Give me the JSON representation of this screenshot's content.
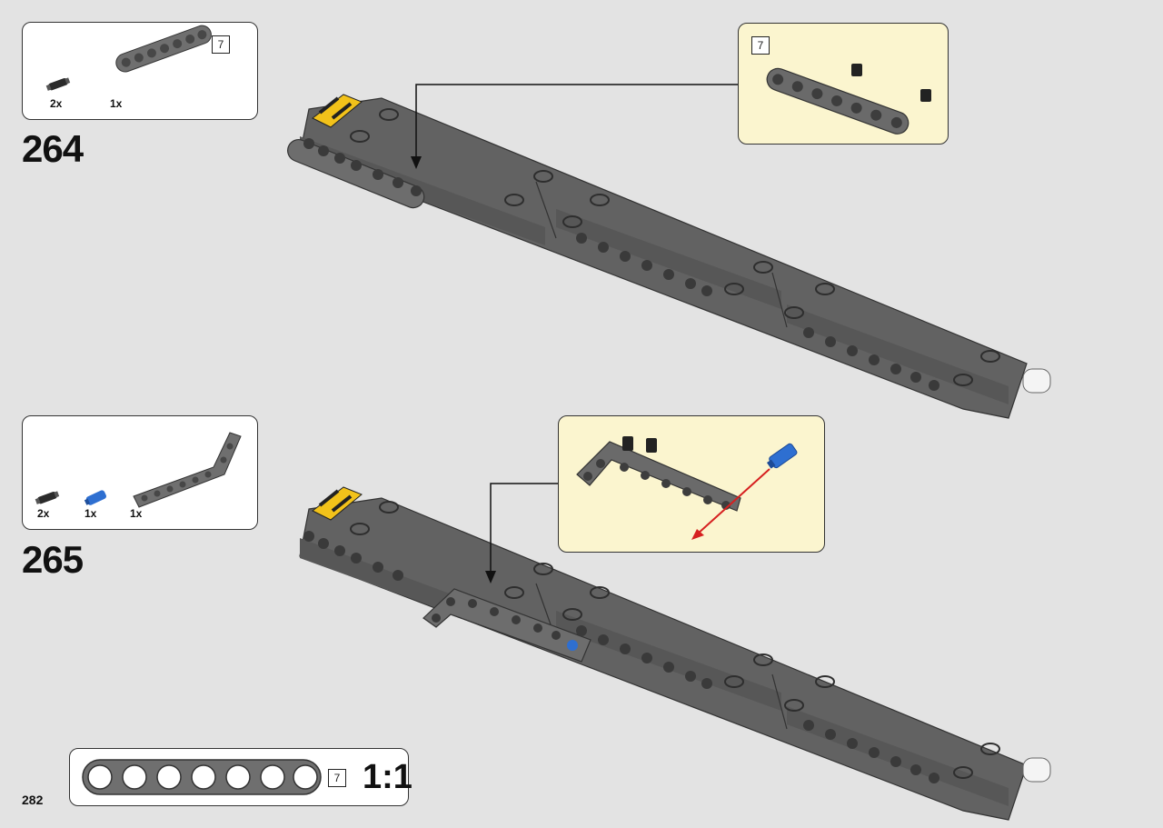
{
  "page_number": "282",
  "steps": [
    {
      "number": "264",
      "parts": [
        {
          "qty": "2x",
          "icon": "black-connector-pin-icon"
        },
        {
          "qty": "1x",
          "icon": "beam-7-icon",
          "length": "7"
        }
      ],
      "callout": {
        "length": "7"
      }
    },
    {
      "number": "265",
      "parts": [
        {
          "qty": "2x",
          "icon": "black-connector-pin-icon"
        },
        {
          "qty": "1x",
          "icon": "blue-axle-pin-icon"
        },
        {
          "qty": "1x",
          "icon": "angled-beam-icon"
        }
      ],
      "callout": {}
    }
  ],
  "scale_reference": {
    "length": "7",
    "label": "1:1"
  },
  "colors": {
    "background": "#e3e3e3",
    "callout_bg": "#fbf5cf",
    "beam_gray": "#6b6b6b",
    "pin_blue": "#2e6fd1",
    "arrow_red": "#d62020",
    "hazard_yellow": "#f2c21a"
  }
}
